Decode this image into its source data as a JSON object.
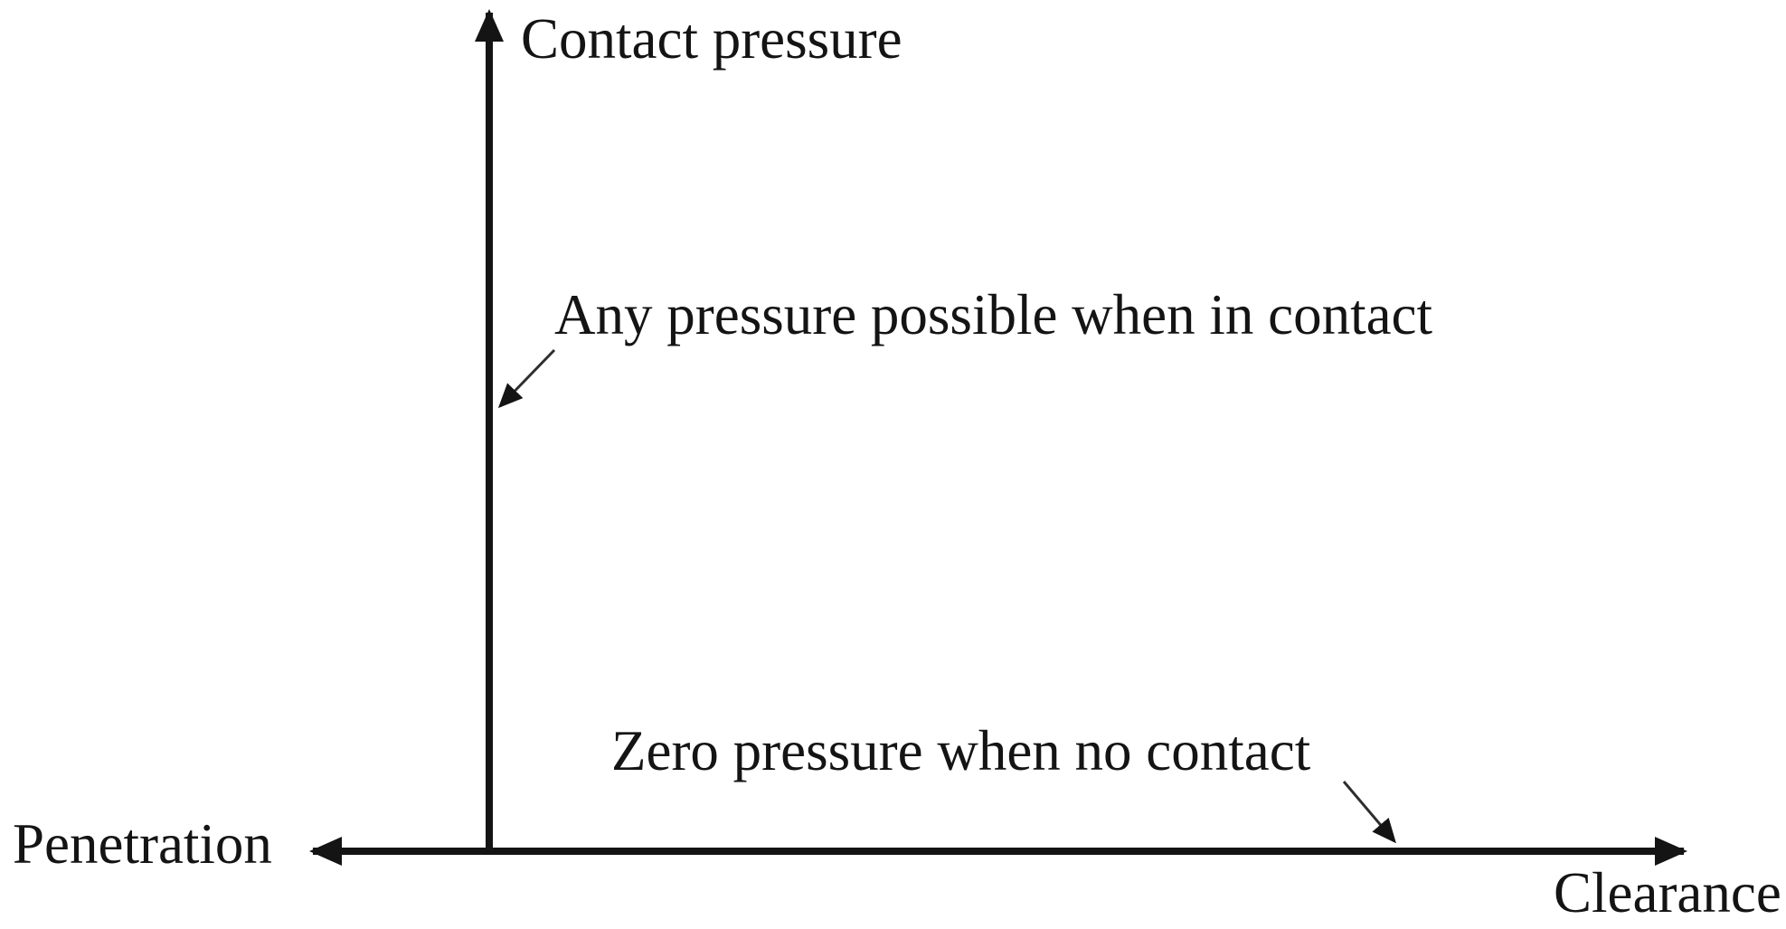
{
  "figure": {
    "background_color": "#ffffff",
    "ink_color": "#141414",
    "leader_color": "#2e2e2e",
    "labels": {
      "y_axis": "Contact pressure",
      "x_axis_left": "Penetration",
      "x_axis_right": "Clearance",
      "annotation_contact": "Any pressure possible when in contact",
      "annotation_no_contact": "Zero pressure when no contact"
    }
  }
}
